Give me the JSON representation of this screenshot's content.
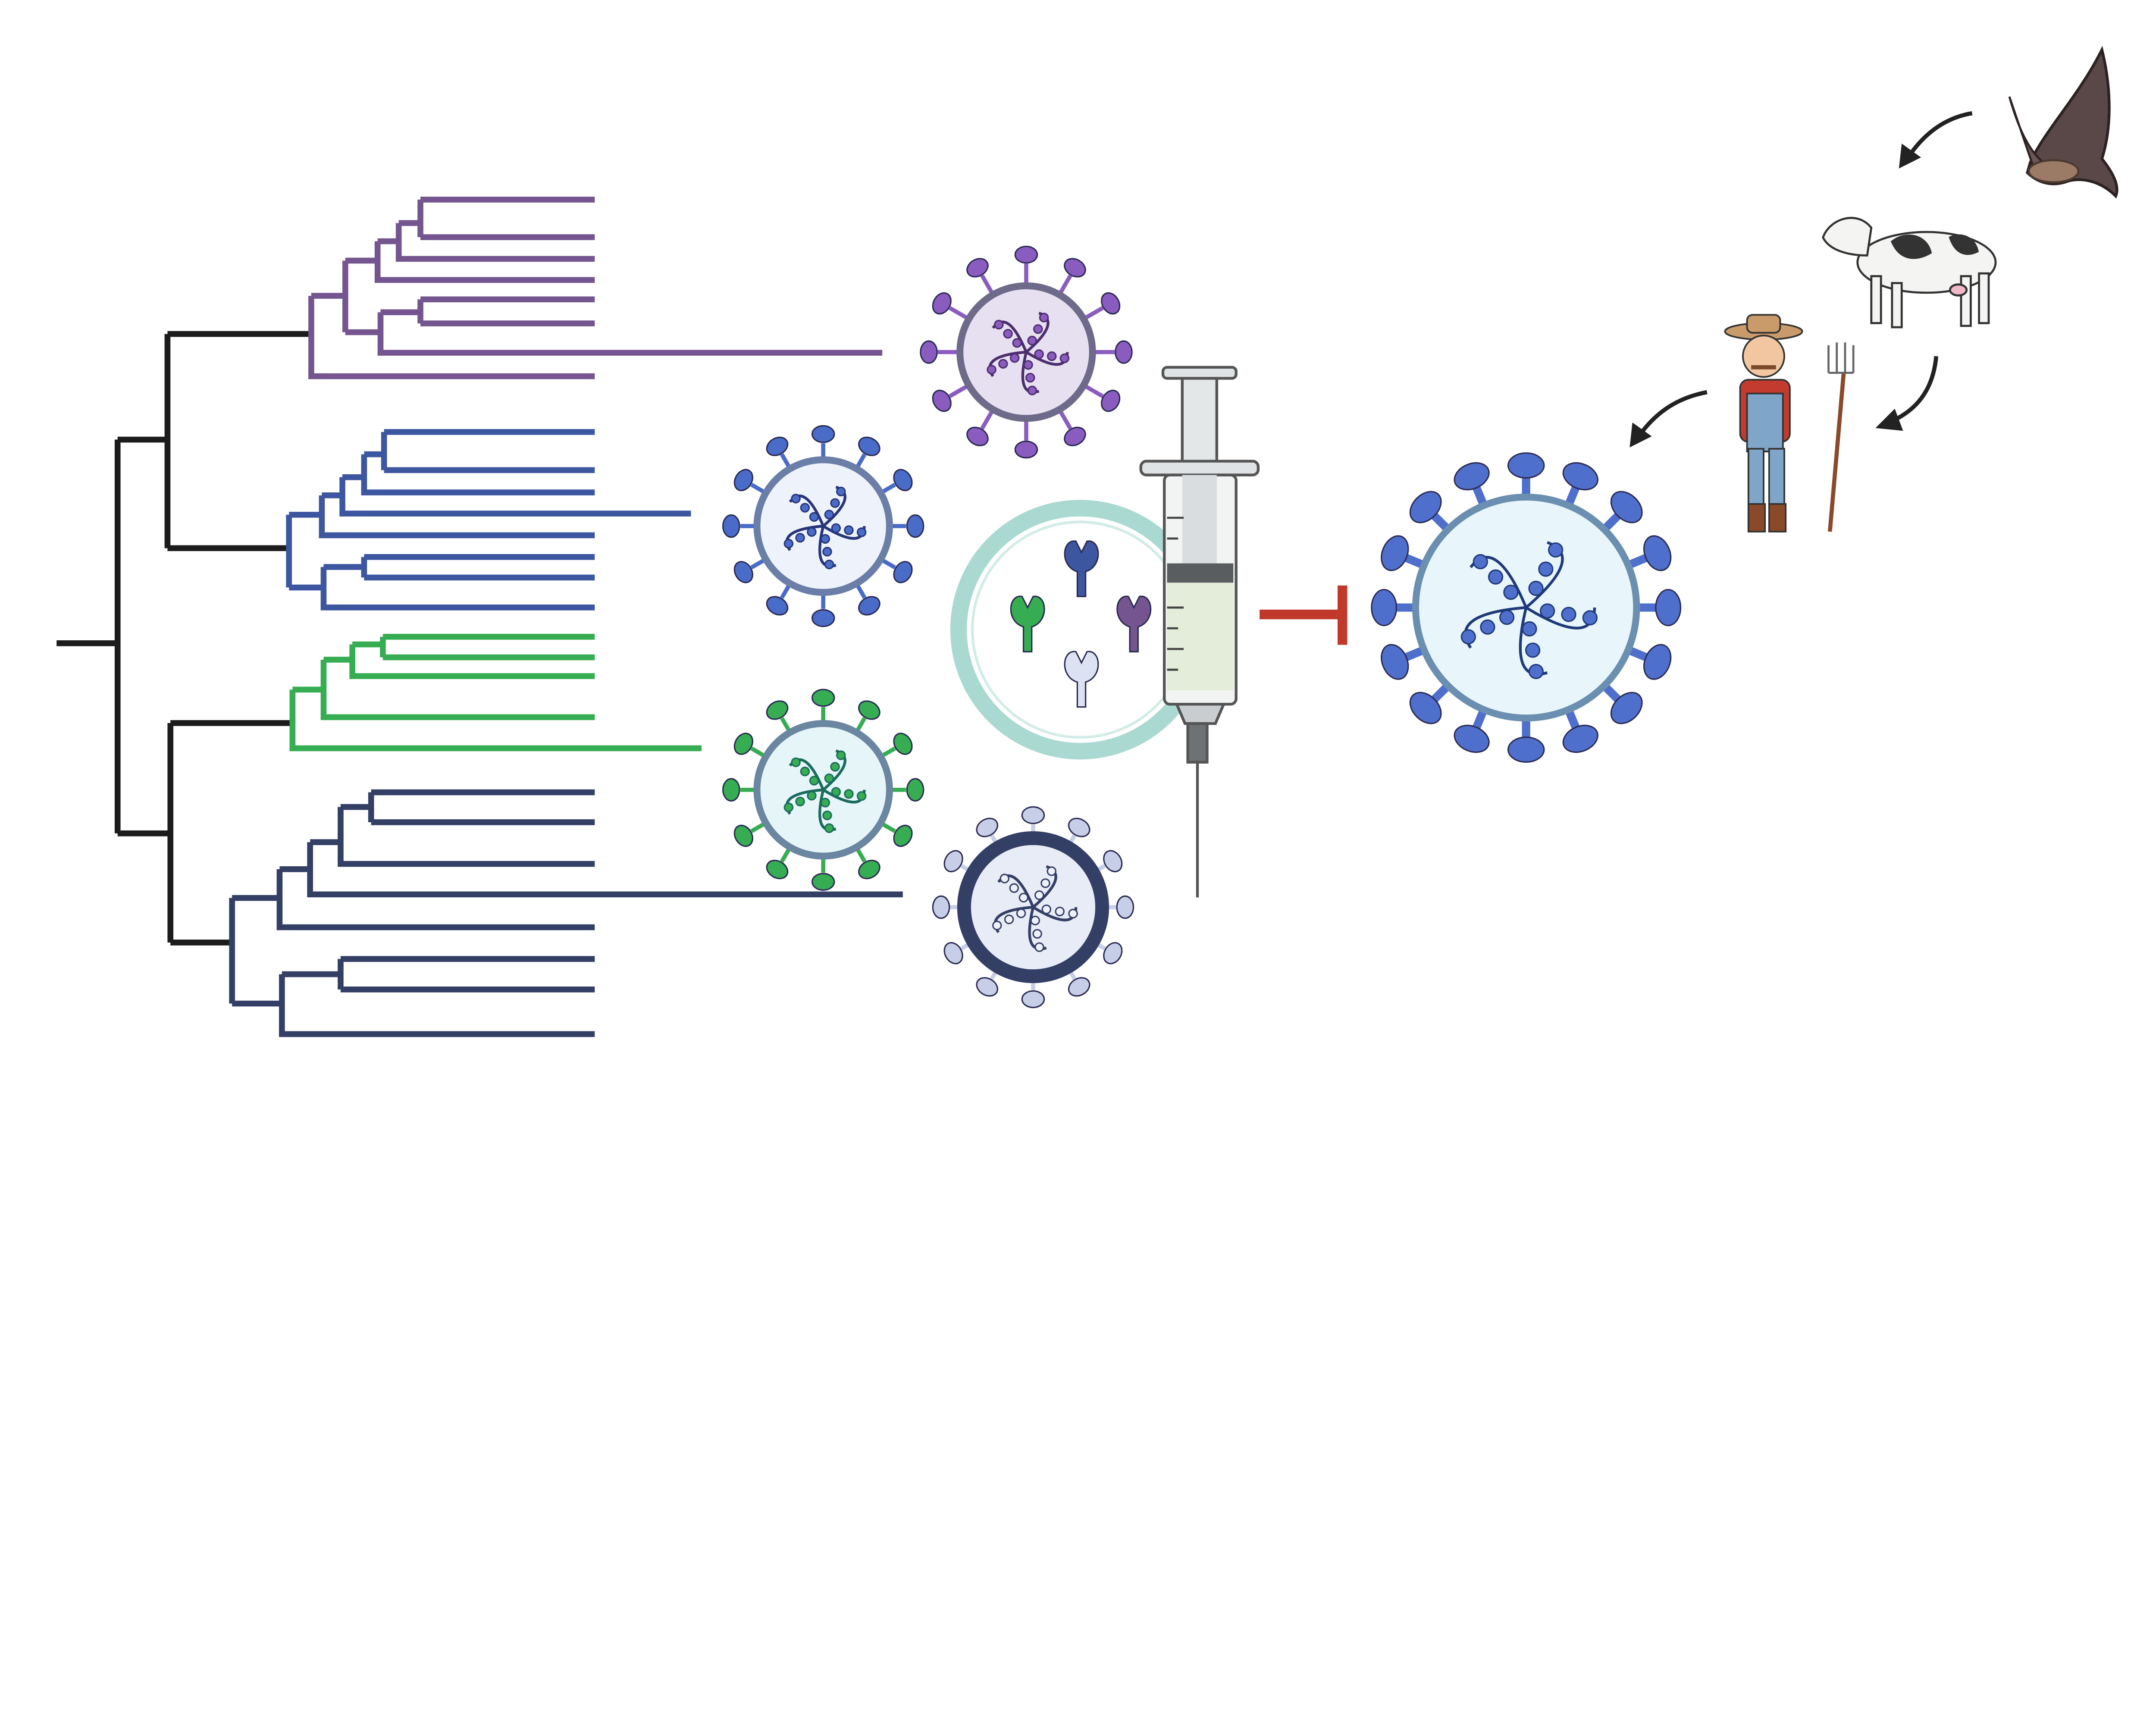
{
  "figure": {
    "title_visible": false,
    "clades": [
      {
        "name": "purple-clade",
        "color": "#74558f"
      },
      {
        "name": "blue-clade",
        "color": "#3d56a0"
      },
      {
        "name": "green-clade",
        "color": "#36ad52"
      },
      {
        "name": "navy-clade",
        "color": "#343f66"
      }
    ],
    "root_color": "#1c1c1c",
    "inhibition_color": "#c0392b",
    "ring_color": "#a9d9d0",
    "icons": [
      "phylogenetic-tree",
      "coronavirus-icon",
      "syringe-icon",
      "antibody-icon",
      "bat-icon",
      "cow-icon",
      "farmer-icon",
      "curved-arrow-icon",
      "inhibition-symbol"
    ]
  }
}
